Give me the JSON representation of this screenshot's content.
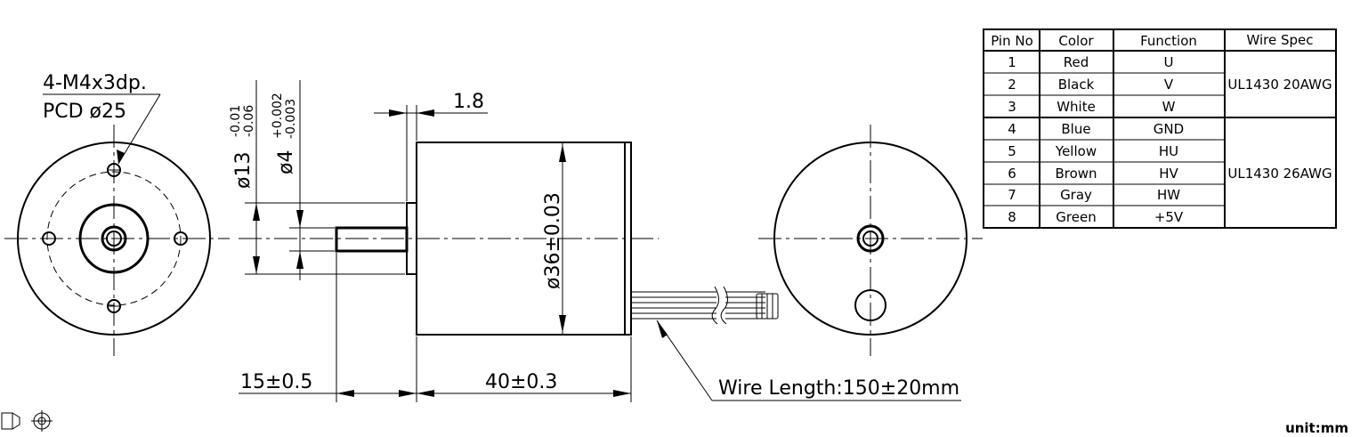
{
  "front_view": {
    "hole_callout_line1": "4-M4x3dp.",
    "hole_callout_line2": "PCD ø25"
  },
  "side_view": {
    "flange_dim": "ø13-0.01-0.06",
    "flange_dim_main": "ø13",
    "flange_tol_upper": "-0.01",
    "flange_tol_lower": "-0.06",
    "shaft_dim": "ø4+0.002-0.003",
    "shaft_dim_main": "ø4",
    "shaft_tol_upper": "+0.002",
    "shaft_tol_lower": "-0.003",
    "flange_thickness": "1.8",
    "body_diameter": "ø36±0.03",
    "shaft_length": "15±0.5",
    "body_length": "40±0.3",
    "wire_length": "Wire Length:150±20mm"
  },
  "pin_table": {
    "headers": [
      "Pin No",
      "Color",
      "Function",
      "Wire Spec"
    ],
    "rows": [
      {
        "pin": "1",
        "color": "Red",
        "function": "U"
      },
      {
        "pin": "2",
        "color": "Black",
        "function": "V"
      },
      {
        "pin": "3",
        "color": "White",
        "function": "W"
      },
      {
        "pin": "4",
        "color": "Blue",
        "function": "GND"
      },
      {
        "pin": "5",
        "color": "Yellow",
        "function": "HU"
      },
      {
        "pin": "6",
        "color": "Brown",
        "function": "HV"
      },
      {
        "pin": "7",
        "color": "Gray",
        "function": "HW"
      },
      {
        "pin": "8",
        "color": "Green",
        "function": "+5V"
      }
    ],
    "wire_spec_group_1": "UL1430 20AWG",
    "wire_spec_group_2": "UL1430 26AWG"
  },
  "footer": {
    "projection_symbol": "third-angle-projection-icon",
    "unit_label": "unit:mm"
  }
}
